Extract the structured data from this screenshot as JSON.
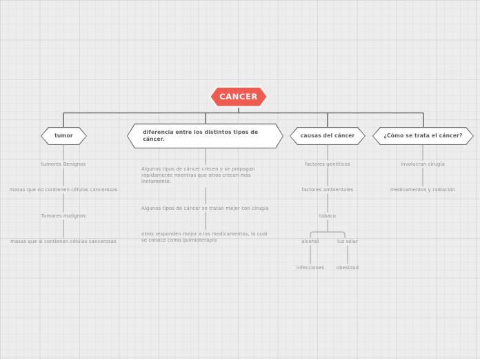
{
  "diagram": {
    "type": "mind-map",
    "title": "CANCER",
    "background_color": "#ededed",
    "root_color": "#ee5b50",
    "node_border_color": "#6d6d6d",
    "node_fill_color": "#ffffff",
    "connector_color": "#6d6d6d",
    "leaf_connector_color": "#b4b4b4",
    "heading_text_color": "#5a5a5a",
    "leaf_text_color": "#8d8d8d",
    "root": {
      "label": "CANCER"
    },
    "branches": [
      {
        "id": "tumor",
        "label": "tumor",
        "leaves": [
          {
            "text": "tumores Benignos"
          },
          {
            "text": "masas que no contienen células cancerosas"
          },
          {
            "text": "Tumores malignos"
          },
          {
            "text": "masas que si contienen células cancerosas"
          }
        ]
      },
      {
        "id": "diferencia",
        "label": "diferencia entre los distintos tipos de cáncer.",
        "leaves": [
          {
            "text": "Algunos tipos de cáncer crecen y se propagan rápidamente mientras que otros crecen más lentamente."
          },
          {
            "text": "Algunos tipos de cáncer se tratan mejor con cirugía"
          },
          {
            "text": "otros responden mejor a los medicamentos, lo cual se conoce como quimioterapia"
          }
        ]
      },
      {
        "id": "causas",
        "label": "causas del cáncer",
        "leaves": [
          {
            "text": "factores genéticos"
          },
          {
            "text": "factores ambientales"
          },
          {
            "text": "tabaco"
          },
          {
            "text": "alcohol"
          },
          {
            "text": "luz solar"
          },
          {
            "text": "infecciones"
          },
          {
            "text": "obesidad"
          }
        ]
      },
      {
        "id": "tratamiento",
        "label": "¿Cómo se trata el cáncer?",
        "leaves": [
          {
            "text": "involucran cirugía"
          },
          {
            "text": "medicamentos y radiación"
          }
        ]
      }
    ]
  }
}
